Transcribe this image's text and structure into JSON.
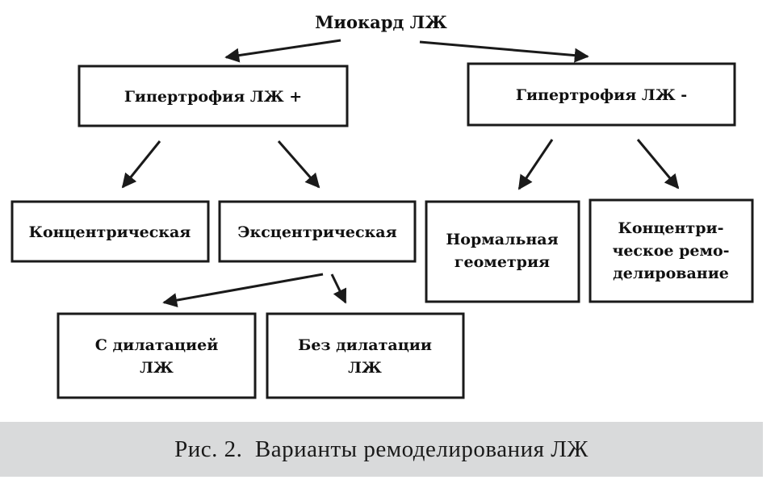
{
  "root": {
    "label": "Миокард ЛЖ"
  },
  "hypertrophy_plus": {
    "label": "Гипертрофия ЛЖ +"
  },
  "hypertrophy_minus": {
    "label": "Гипертрофия ЛЖ -"
  },
  "concentric": {
    "label": "Концентрическая"
  },
  "eccentric": {
    "label": "Эксцентрическая"
  },
  "normal_geometry": {
    "lines": [
      "Нормальная",
      "геометрия"
    ]
  },
  "concentric_remodeling": {
    "lines": [
      "Концентри-",
      "ческое ремо-",
      "делирование"
    ]
  },
  "with_dilatation": {
    "lines": [
      "С дилатацией",
      "ЛЖ"
    ]
  },
  "without_dilatation": {
    "lines": [
      "Без дилатации",
      "ЛЖ"
    ]
  },
  "caption": {
    "text": "Рис. 2.  Варианты ремоделирования ЛЖ"
  },
  "colors": {
    "stroke": "#1a1a1a",
    "caption_background": "#d9dadb"
  }
}
